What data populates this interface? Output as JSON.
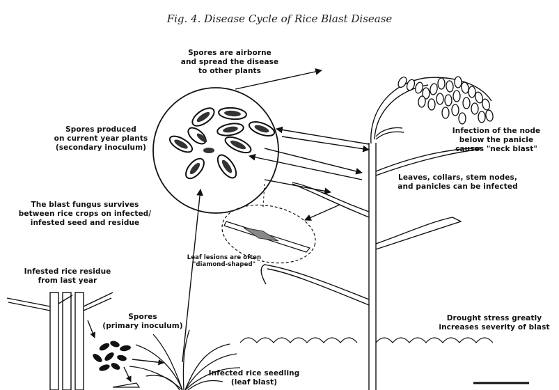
{
  "figure": {
    "title": "Fig. 4. Disease Cycle of Rice Blast Disease"
  },
  "labels": {
    "airborne": "Spores are airborne\nand spread the disease\nto other plants",
    "secondary": "Spores produced\non current year plants\n(secondary inoculum)",
    "neck": "Infection of the node\nbelow the panicle\ncauses \"neck blast\"",
    "parts": "Leaves, collars, stem nodes,\nand panicles can be infected",
    "survival": "The blast fungus survives\nbetween rice crops on infected/\ninfested seed and residue",
    "lesions": "Leaf lesions are often\n\"diamond-shaped\"",
    "residue": "Infested rice residue\nfrom last year",
    "primary": "Spores\n(primary inoculum)",
    "seedling": "Infected rice seedling\n(leaf blast)",
    "drought": "Drought stress greatly\nincreases severity of blast"
  }
}
